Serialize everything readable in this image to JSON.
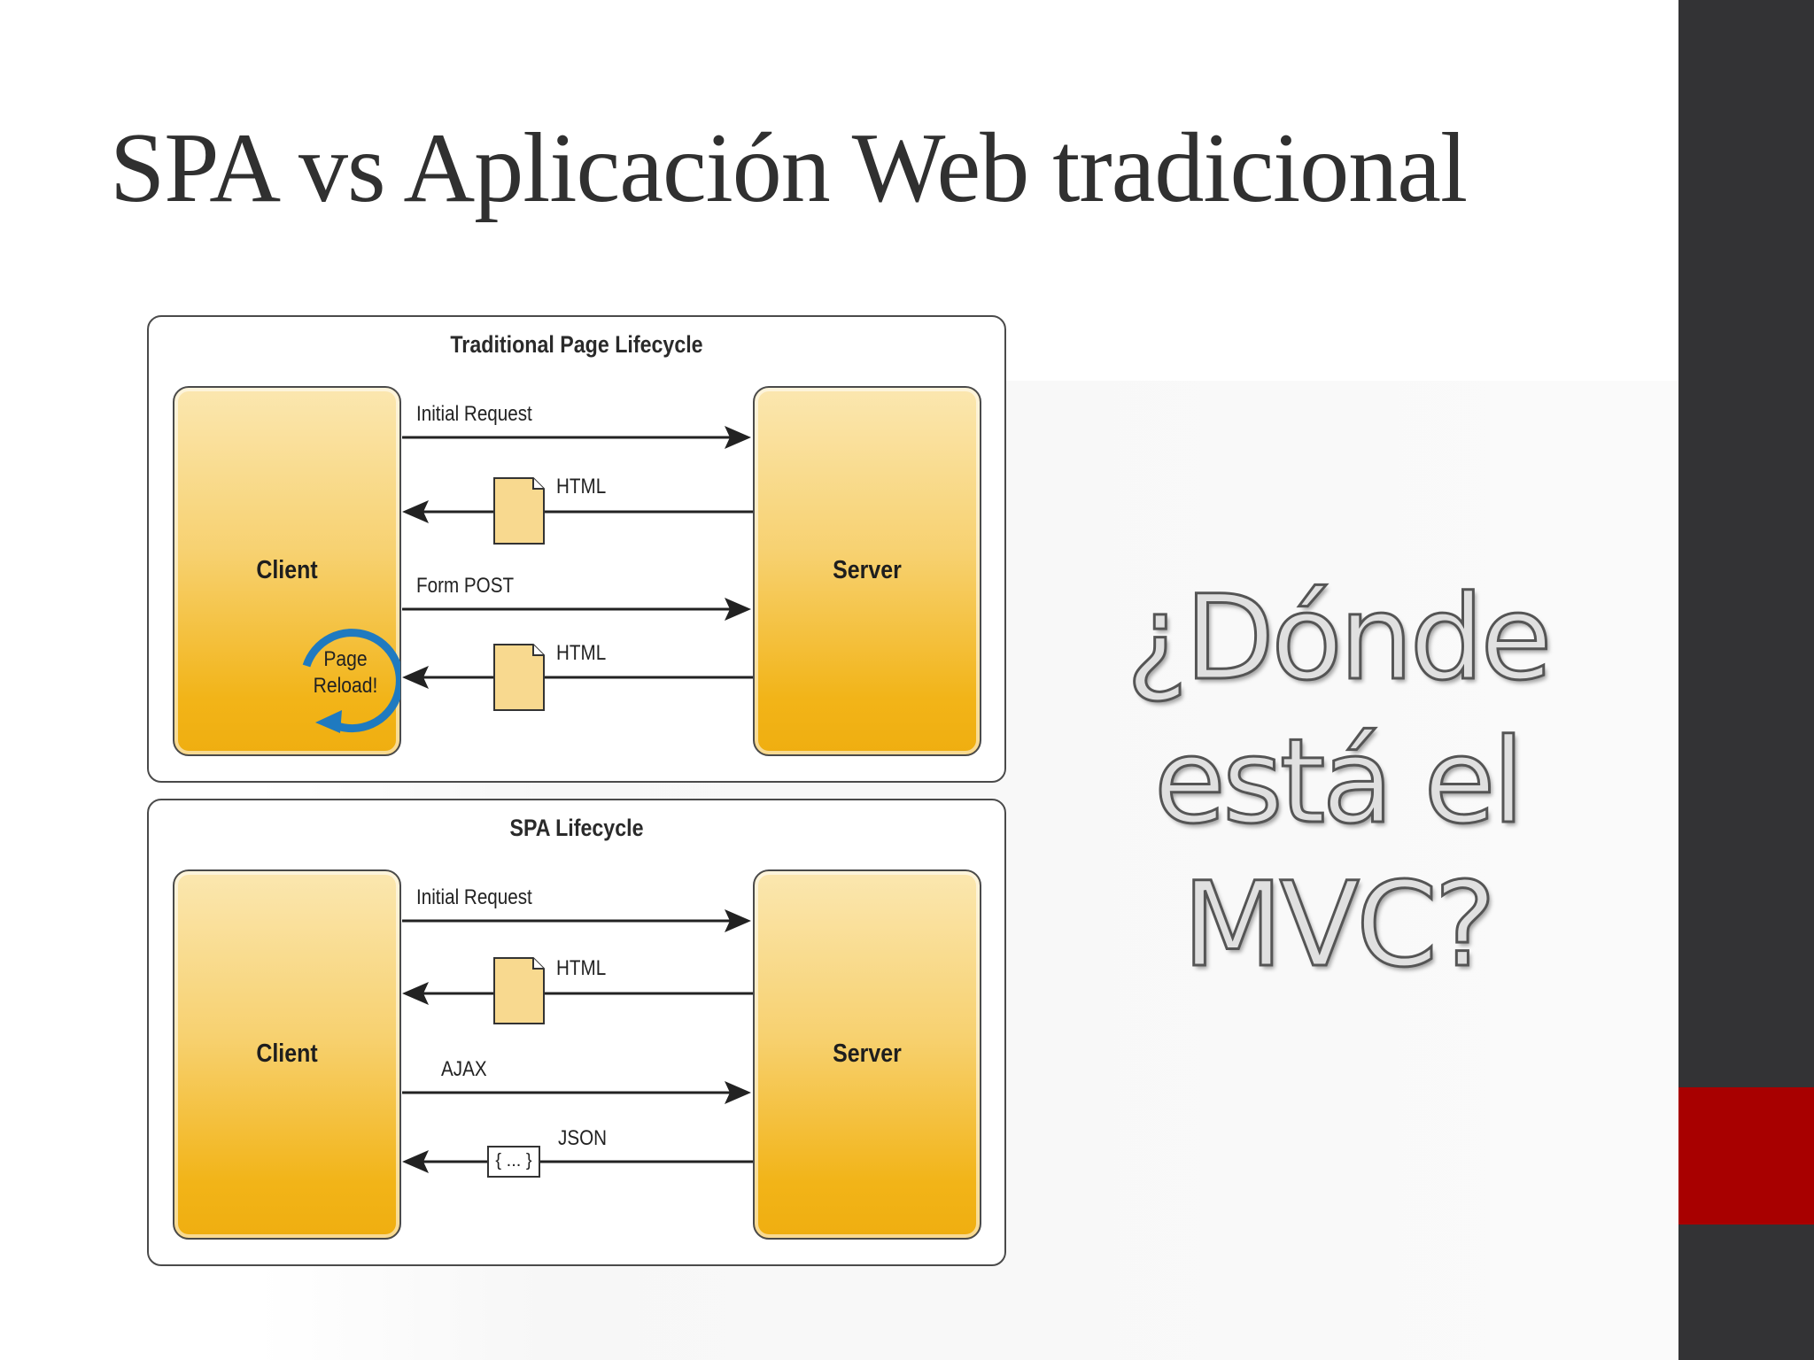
{
  "slide": {
    "title": "SPA vs Aplicación Web tradicional",
    "question_lines": [
      "¿Dónde",
      "está el",
      "MVC?"
    ]
  },
  "traditional": {
    "title": "Traditional Page Lifecycle",
    "client_label": "Client",
    "server_label": "Server",
    "arrows": {
      "initial_request": "Initial Request",
      "html_1": "HTML",
      "form_post": "Form POST",
      "html_2": "HTML"
    },
    "reload_line1": "Page",
    "reload_line2": "Reload!"
  },
  "spa": {
    "title": "SPA Lifecycle",
    "client_label": "Client",
    "server_label": "Server",
    "arrows": {
      "initial_request": "Initial Request",
      "html": "HTML",
      "ajax": "AJAX",
      "json": "JSON"
    },
    "json_icon_text": "{ ... }"
  },
  "colors": {
    "box_gold": "#f2b418",
    "reload_blue": "#1f7ac0",
    "sidebar_dark": "#333335",
    "sidebar_red": "#a80000"
  }
}
